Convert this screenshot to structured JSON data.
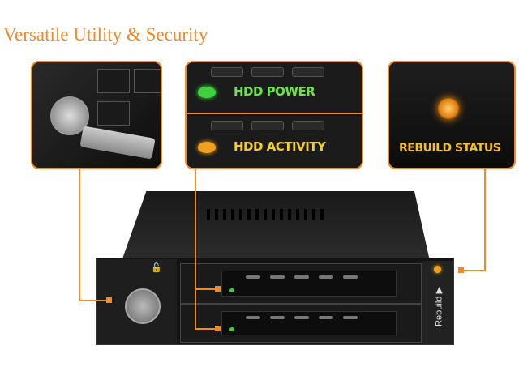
{
  "title": "Versatile Utility & Security",
  "callouts": {
    "hdd_power": "HDD POWER",
    "hdd_activity": "HDD ACTIVITY",
    "rebuild_status": "REBUILD STATUS"
  },
  "device": {
    "rebuild_label": "Rebuild"
  },
  "colors": {
    "accent": "#f08a24",
    "power_led": "#3fcf3f",
    "activity_led": "#f0a020"
  }
}
